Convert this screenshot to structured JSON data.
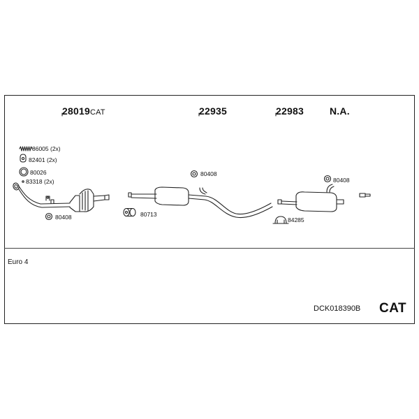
{
  "sections": [
    {
      "number": "28019",
      "suffix": "CAT"
    },
    {
      "number": "22935",
      "suffix": ""
    },
    {
      "number": "22983",
      "suffix": ""
    },
    {
      "number": "N.A.",
      "suffix": ""
    }
  ],
  "parts": {
    "spring": "86005 (2x)",
    "clamp": "82401 (2x)",
    "gasket_ring": "80026",
    "small_gasket": "83318 (2x)",
    "hanger_front": "80408",
    "hanger_mid": "80408",
    "hanger_rear": "80408",
    "clamp_mid": "80713",
    "clamp_rear": "84285"
  },
  "emission_standard": "Euro 4",
  "kit_code": "DCK018390B",
  "kit_type": "CAT"
}
